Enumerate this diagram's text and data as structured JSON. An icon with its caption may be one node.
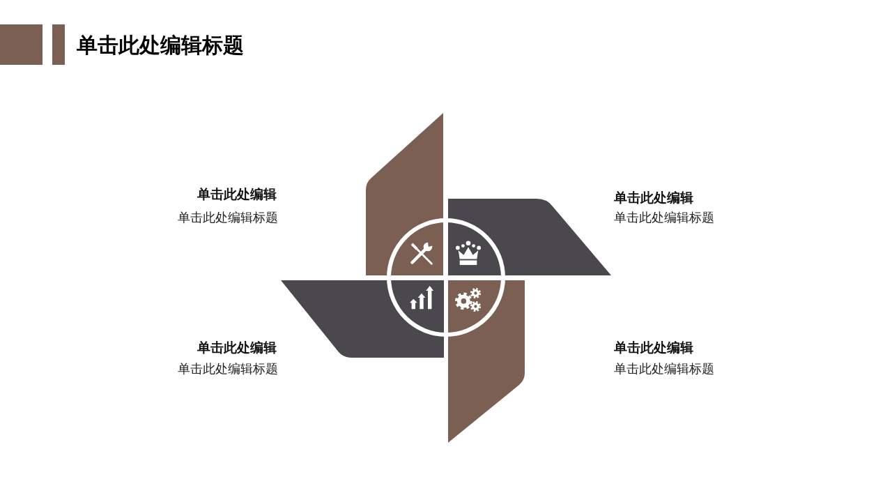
{
  "diagram": {
    "title": "单击此处编辑标题",
    "labels": [
      "单击此处编辑",
      "单击此处编辑标题",
      "单击此处编辑",
      "单击此处编辑标题",
      "单击此处编辑",
      "单击此处编辑标题",
      "单击此处编辑",
      "单击此处编辑标题"
    ]
  }
}
